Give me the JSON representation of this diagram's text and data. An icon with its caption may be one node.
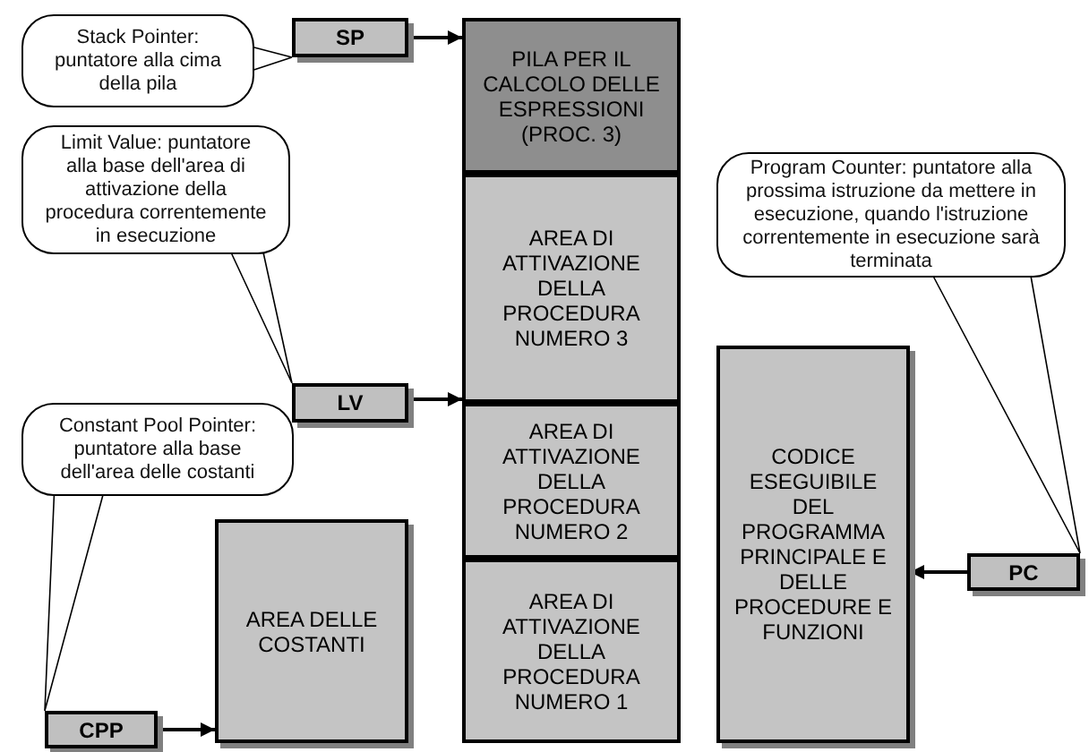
{
  "diagram": {
    "nodes": [
      {
        "text": [
          "Stack Pointer: puntatore alla cima della pila"
        ]
      },
      {
        "text": [
          "SP"
        ]
      },
      {
        "text": [
          "PILA PER IL CALCOLO DELLE ESPRESSIONI (PROC. 3)"
        ]
      },
      {
        "text": [
          "Limit Value: puntatore alla base dell'area di attivazione della procedura correntemente in esecuzione"
        ]
      },
      {
        "text": [
          "Program Counter: puntatore alla prossima istruzione da mettere in esecuzione, quando l'istruzione correntemente in esecuzione sarà terminata"
        ]
      },
      {
        "text": [
          "AREA DI ATTIVAZIONE DELLA PROCEDURA NUMERO 3"
        ]
      },
      {
        "text": [
          "CODICE ESEGUIBILE DEL PROGRAMMA PRINCIPALE E DELLE PROCEDURE E FUNZIONI"
        ]
      },
      {
        "text": [
          "LV"
        ]
      },
      {
        "text": [
          "Constant Pool Pointer: puntatore alla base dell'area delle costanti"
        ]
      },
      {
        "text": [
          "AREA DI ATTIVAZIONE DELLA PROCEDURA NUMERO 2"
        ]
      },
      {
        "text": [
          "AREA DI ATTIVAZIONE DELLA PROCEDURA NUMERO 1"
        ]
      },
      {
        "text": [
          "PC"
        ]
      },
      {
        "text": [
          "AREA DELLE COSTANTI"
        ]
      },
      {
        "text": [
          "CPP"
        ]
      }
    ],
    "edges": [
      {
        "from": 1,
        "to": 2,
        "arrow": "to"
      },
      {
        "from": 7,
        "to": 5,
        "arrow": "to"
      },
      {
        "from": 13,
        "to": 12,
        "arrow": "to"
      },
      {
        "from": 11,
        "to": 6,
        "arrow": "to"
      },
      {
        "from": 0,
        "to": 1,
        "arrow": "none"
      },
      {
        "from": 3,
        "to": 7,
        "arrow": "none"
      },
      {
        "from": 8,
        "to": 13,
        "arrow": "none"
      },
      {
        "from": 4,
        "to": 11,
        "arrow": "none"
      }
    ]
  }
}
